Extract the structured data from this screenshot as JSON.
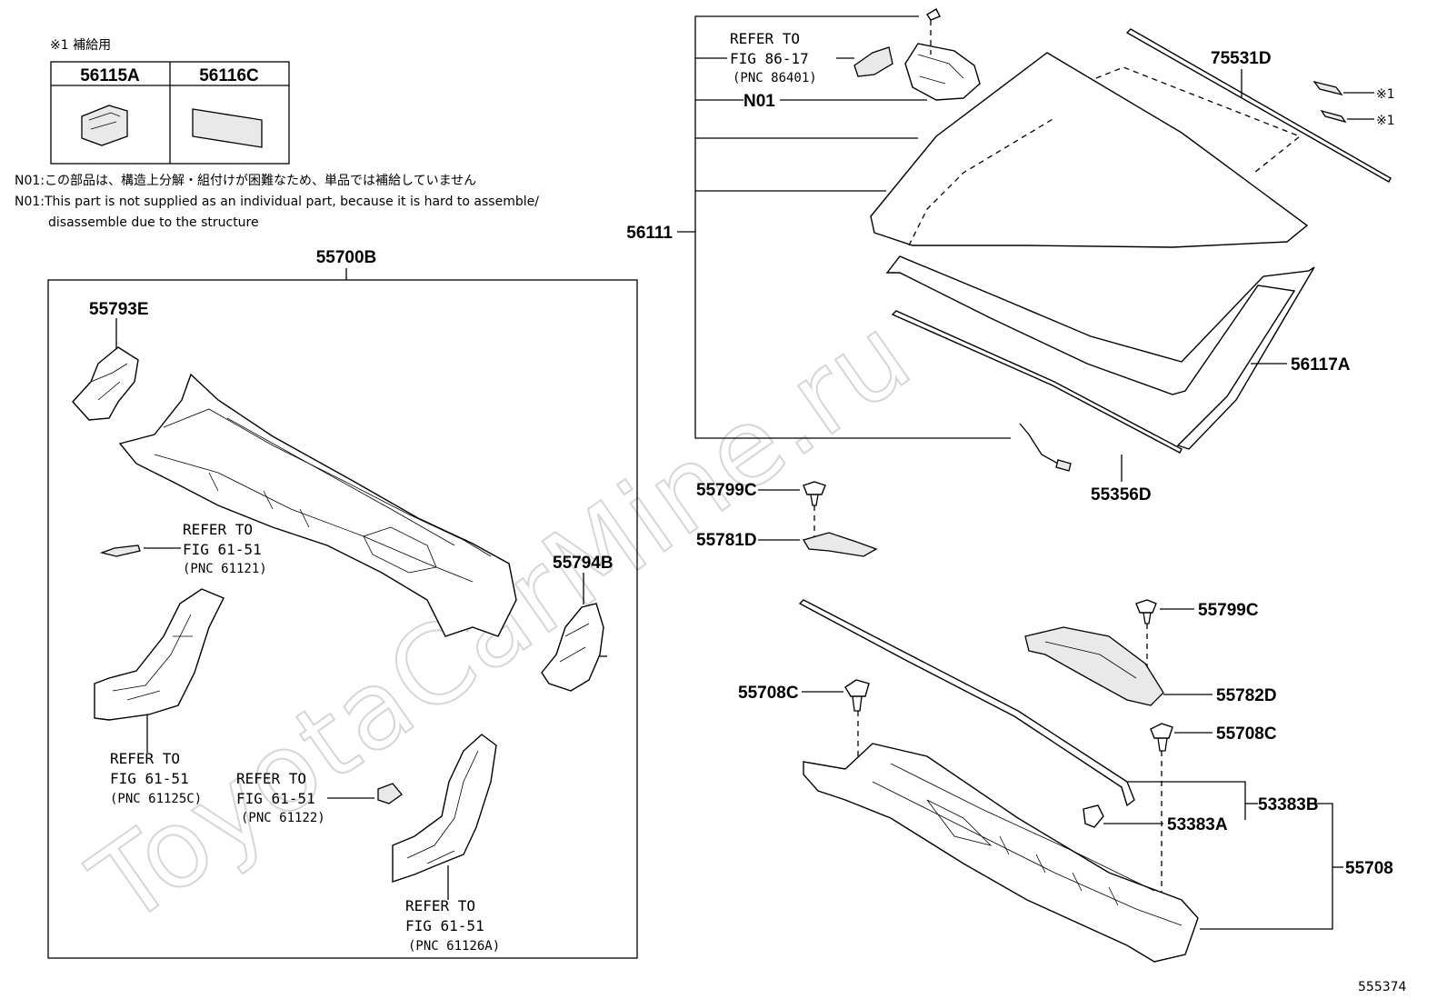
{
  "watermark": "ToyotaCarMine.ru",
  "figure_number": "555374",
  "supply_note": {
    "title": "※1 補給用",
    "items": [
      {
        "pnc": "56115A"
      },
      {
        "pnc": "56116C"
      }
    ]
  },
  "n01_notes": {
    "japanese": "N01:この部品は、構造上分解・組付けが困難なため、単品では補給していません",
    "english_line1": "N01:This part is not supplied as an individual part, because it is hard to assemble/",
    "english_line2": "disassemble due to the structure"
  },
  "assembly_box_label": "55700B",
  "labels": {
    "p55793E": "55793E",
    "p55794B": "55794B",
    "p56111": "56111",
    "p75531D": "75531D",
    "star1a": "※1",
    "star1b": "※1",
    "p56117A": "56117A",
    "p55356D": "55356D",
    "p55799C_a": "55799C",
    "p55781D": "55781D",
    "p55799C_b": "55799C",
    "p55782D": "55782D",
    "p55708C_a": "55708C",
    "p55708C_b": "55708C",
    "p53383B": "53383B",
    "p53383A": "53383A",
    "p55708": "55708",
    "n01": "N01"
  },
  "references": {
    "fig86": {
      "refer": "REFER TO",
      "fig": "FIG 86-17",
      "pnc": "(PNC 86401)"
    },
    "fig61_121": {
      "refer": "REFER TO",
      "fig": "FIG 61-51",
      "pnc": "(PNC 61121)"
    },
    "fig61_125c": {
      "refer": "REFER TO",
      "fig": "FIG 61-51",
      "pnc": "(PNC 61125C)"
    },
    "fig61_122": {
      "refer": "REFER TO",
      "fig": "FIG 61-51",
      "pnc": "(PNC 61122)"
    },
    "fig61_126a": {
      "refer": "REFER TO",
      "fig": "FIG 61-51",
      "pnc": "(PNC 61126A)"
    }
  }
}
